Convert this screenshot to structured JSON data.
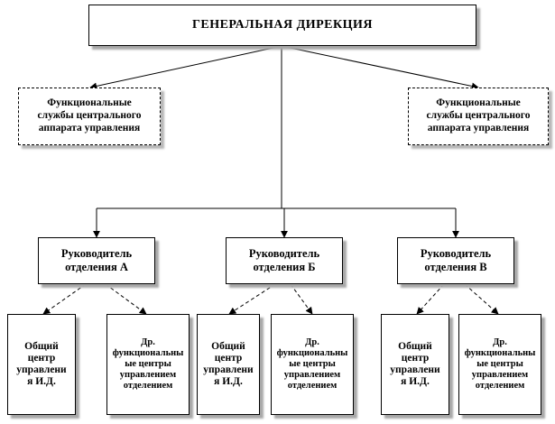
{
  "diagram": {
    "top": {
      "label": "ГЕНЕРАЛЬНАЯ  ДИРЕКЦИЯ"
    },
    "functional_services_left": {
      "label": "Функциональные\nслужбы центрального\nаппарата управления"
    },
    "functional_services_right": {
      "label": "Функциональные\nслужбы центрального\nаппарата управления"
    },
    "division_heads": [
      {
        "label": "Руководитель\nотделения А",
        "children": [
          {
            "label": "Общий\nцентр\nуправлени\nя И.Д."
          },
          {
            "label": "Др.\nфункциональны\nые центры\nуправлением\nотделением"
          }
        ]
      },
      {
        "label": "Руководитель\nотделения Б",
        "children": [
          {
            "label": "Общий\nцентр\nуправлени\nя И.Д."
          },
          {
            "label": "Др.\nфункциональны\nые центры\nуправлением\nотделением"
          }
        ]
      },
      {
        "label": "Руководитель\nотделения В",
        "children": [
          {
            "label": "Общий\nцентр\nуправлени\nя И.Д."
          },
          {
            "label": "Др.\nфункциональны\nые центры\nуправлением\nотделением"
          }
        ]
      }
    ]
  },
  "colors": {
    "line": "#000000",
    "shadow": "#a8a8a8",
    "background": "#ffffff"
  }
}
